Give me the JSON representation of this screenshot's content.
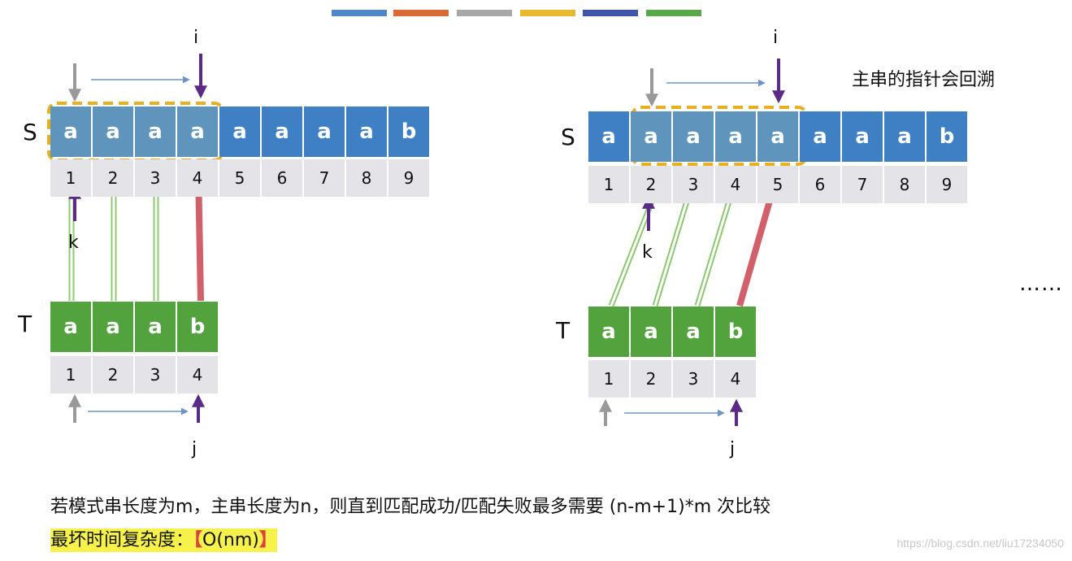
{
  "legend_colors": [
    "#4f86c6",
    "#d86a35",
    "#a8a8a8",
    "#e8b830",
    "#3f55a6",
    "#5aa84a"
  ],
  "colors": {
    "main_cell": "#3f80c4",
    "main_cell_highlight": "#5f94bc",
    "pattern_cell": "#52a33e",
    "index_cell": "#e4e4e8",
    "dashed_box": "#e6b020",
    "pointer_purple": "#5a2a86",
    "pointer_gray": "#999999",
    "move_arrow": "#6b93c9",
    "match_line": "#8cc870",
    "mismatch_line": "#d1606a"
  },
  "left": {
    "s_label": "S",
    "t_label": "T",
    "s_chars": [
      "a",
      "a",
      "a",
      "a",
      "a",
      "a",
      "a",
      "a",
      "b"
    ],
    "s_indices": [
      "1",
      "2",
      "3",
      "4",
      "5",
      "6",
      "7",
      "8",
      "9"
    ],
    "t_chars": [
      "a",
      "a",
      "a",
      "b"
    ],
    "t_indices": [
      "1",
      "2",
      "3",
      "4"
    ],
    "i_label": "i",
    "j_label": "j",
    "k_label": "k"
  },
  "right": {
    "s_label": "S",
    "t_label": "T",
    "s_chars": [
      "a",
      "a",
      "a",
      "a",
      "a",
      "a",
      "a",
      "a",
      "b"
    ],
    "s_indices": [
      "1",
      "2",
      "3",
      "4",
      "5",
      "6",
      "7",
      "8",
      "9"
    ],
    "t_chars": [
      "a",
      "a",
      "a",
      "b"
    ],
    "t_indices": [
      "1",
      "2",
      "3",
      "4"
    ],
    "i_label": "i",
    "j_label": "j",
    "k_label": "k",
    "note": "主串的指针会回溯"
  },
  "ellipsis": "……",
  "caption_line1": "若模式串长度为m，主串长度为n，则直到匹配成功/匹配失败最多需要 (n-m+1)*m 次比较",
  "caption_line2_prefix": "最坏时间复杂度：",
  "caption_line2_open": "【",
  "caption_line2_value": "O(nm)",
  "caption_line2_close": "】",
  "watermark": "https://blog.csdn.net/liu17234050"
}
